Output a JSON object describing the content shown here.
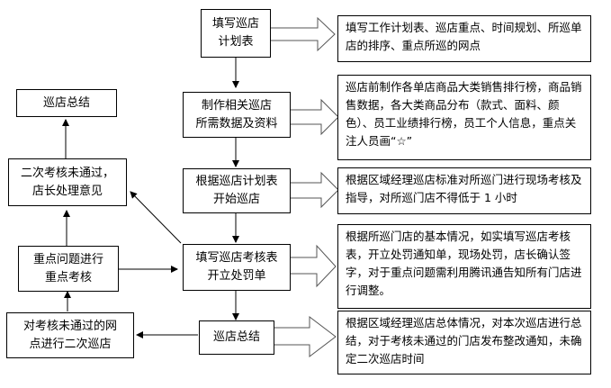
{
  "main_flow": [
    {
      "id": "step1",
      "lines": [
        "填写巡店",
        "计划表"
      ]
    },
    {
      "id": "step2",
      "lines": [
        "制作相关巡店",
        "所需数据及资料"
      ]
    },
    {
      "id": "step3",
      "lines": [
        "根据巡店计划表",
        "开始巡店"
      ]
    },
    {
      "id": "step4",
      "lines": [
        "填写巡店考核表",
        "开立处罚单"
      ]
    },
    {
      "id": "step5",
      "lines": [
        "巡店总结"
      ]
    }
  ],
  "descriptions": [
    {
      "for": "step1",
      "text": "填写工作计划表、巡店重点、时间规划、所巡单店的排序、重点所巡的网点"
    },
    {
      "for": "step2",
      "text": "巡店前制作各单店商品大类销售排行榜，商品销售数据，各大类商品分布（款式、面料、颜色）、员工业绩排行榜，员工个人信息，重点关注人员画“☆”"
    },
    {
      "for": "step3",
      "text": "根据区域经理巡店标准对所巡门进行现场考核及指导，对所巡门店不得低于 1 小时"
    },
    {
      "for": "step4",
      "text": "根据所巡门店的基本情况，如实填写巡店考核表，开立处罚通知单，现场处罚，店长确认签字，对于重点问题需利用腾讯通告知所有门店进行调整。"
    },
    {
      "for": "step5",
      "text": "根据区域经理巡店总体情况，对本次巡店进行总结，对于考核未通过的门店发布整改通知，未确定二次巡店时间"
    }
  ],
  "side_flow": [
    {
      "id": "side1",
      "lines": [
        "对考核未通过的网",
        "点进行二次巡店"
      ]
    },
    {
      "id": "side2",
      "lines": [
        "重点问题进行",
        "重点考核"
      ]
    },
    {
      "id": "side3",
      "lines": [
        "二次考核未通过，",
        "店长处理意见"
      ]
    },
    {
      "id": "side4",
      "lines": [
        "巡店总结"
      ]
    }
  ]
}
